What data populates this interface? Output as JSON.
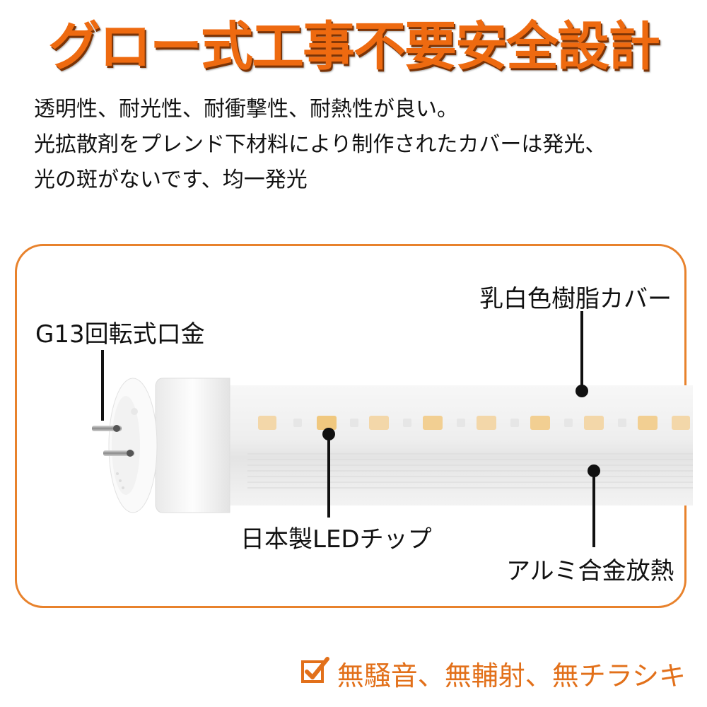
{
  "headline": "グロー式工事不要安全設計",
  "description": [
    "透明性、耐光性、耐衝撃性、耐熱性が良い。",
    "光拡散剤をプレンド下材料により制作されたカバーは発光、",
    "光の斑がないです、均一発光"
  ],
  "labels": {
    "cap": "G13回転式口金",
    "cover": "乳白色樹脂カバー",
    "chip": "日本製LEDチップ",
    "heatsink": "アルミ合金放熱"
  },
  "footer": {
    "text": "無騒音、無輔射、無チラシキ",
    "icon": "checkbox-check-icon"
  },
  "colors": {
    "accent": "#ee6a10",
    "frame": "#e8822c",
    "footer_text": "#e2701a"
  }
}
